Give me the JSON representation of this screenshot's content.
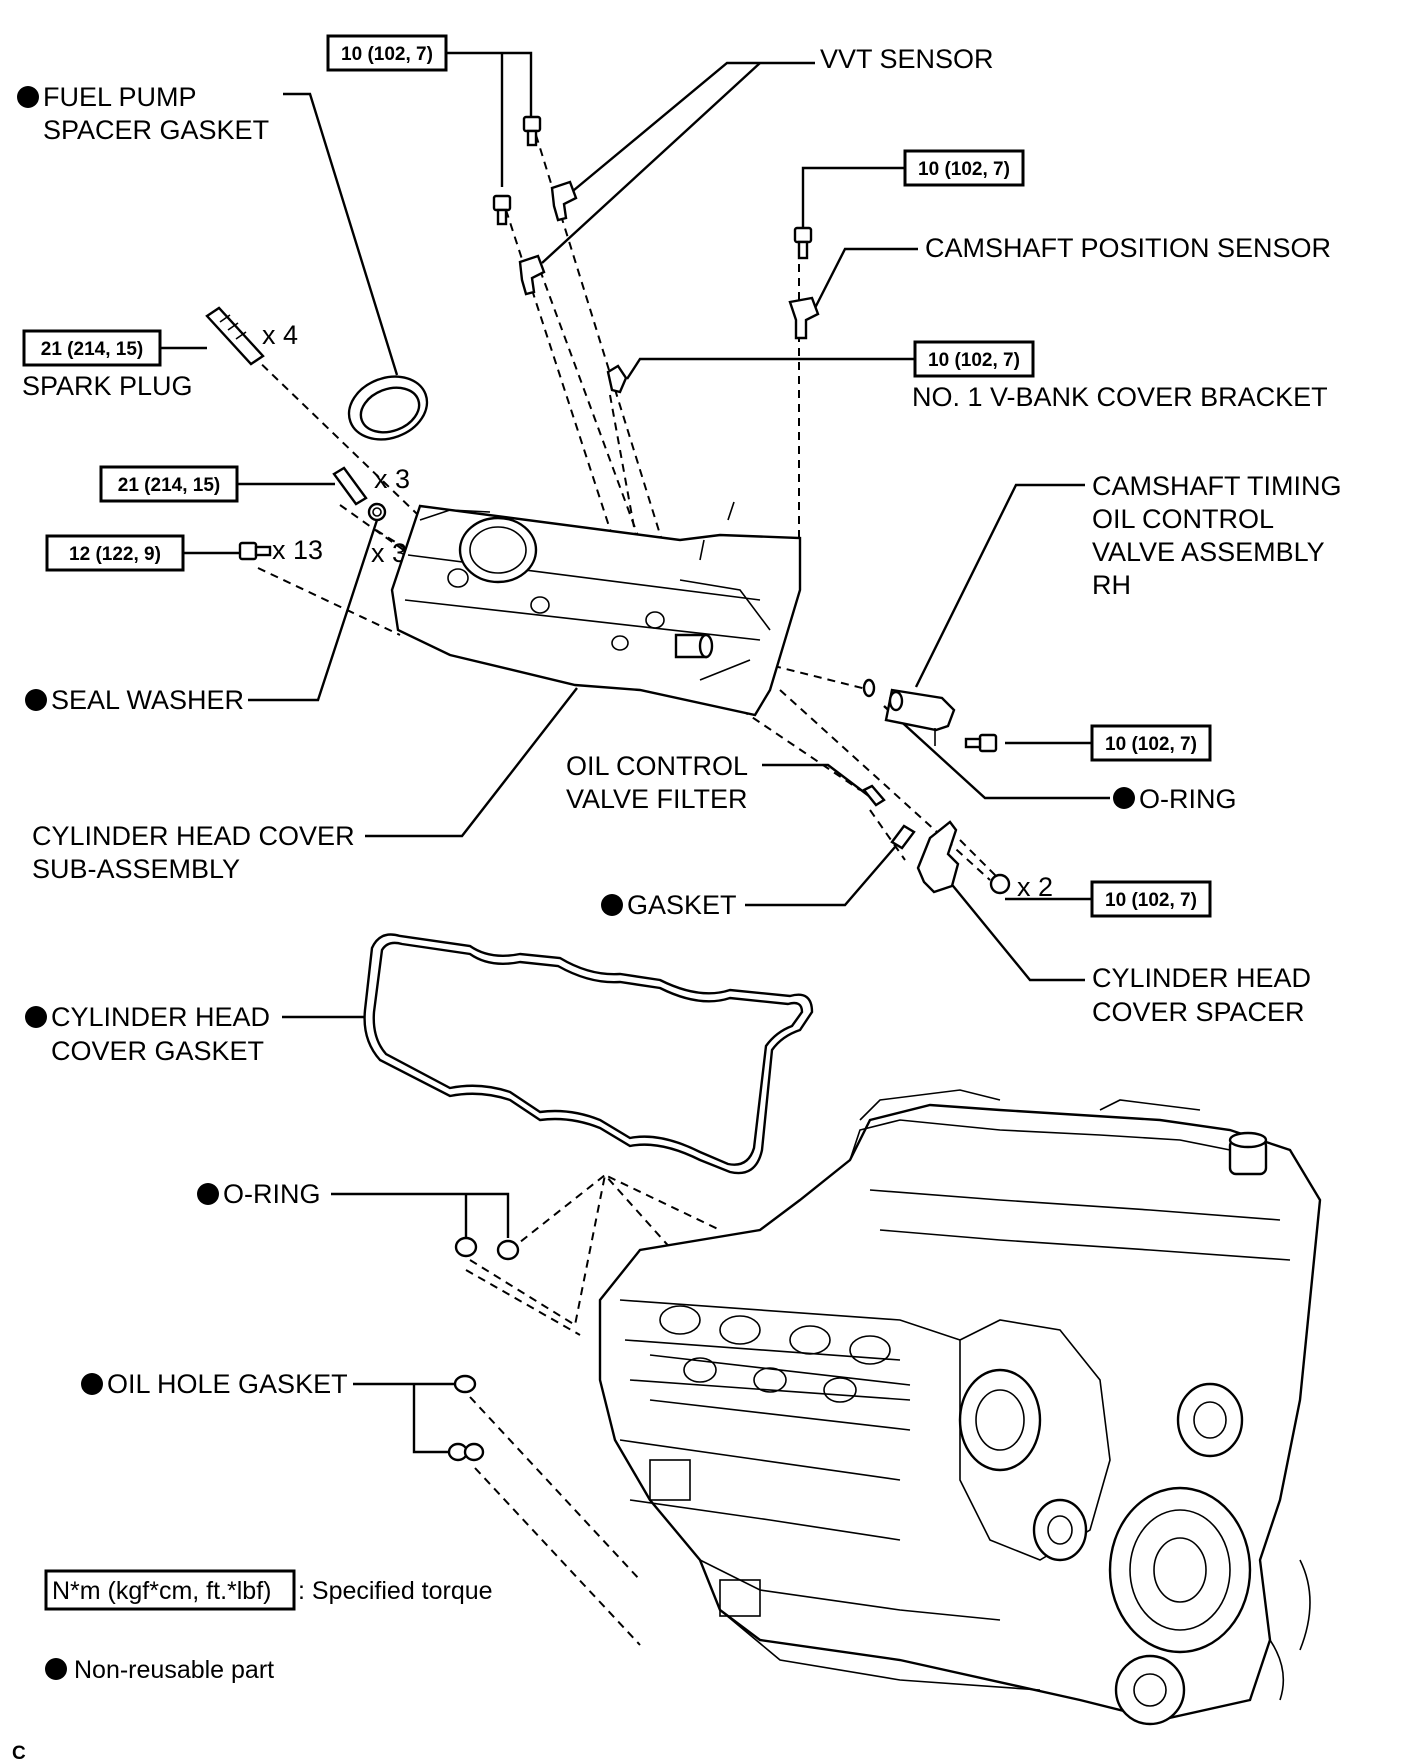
{
  "labels": {
    "vvt_sensor": "VVT SENSOR",
    "fuel_pump_gasket_1": "FUEL PUMP",
    "fuel_pump_gasket_2": "SPACER GASKET",
    "camshaft_position_sensor": "CAMSHAFT POSITION SENSOR",
    "spark_plug": "SPARK PLUG",
    "vbank_bracket": "NO. 1 V-BANK COVER BRACKET",
    "ocv_1": "CAMSHAFT TIMING",
    "ocv_2": "OIL CONTROL",
    "ocv_3": "VALVE ASSEMBLY",
    "ocv_4": "RH",
    "seal_washer": "SEAL WASHER",
    "oil_control_filter_1": "OIL CONTROL",
    "oil_control_filter_2": "VALVE FILTER",
    "oring_upper": "O-RING",
    "head_cover_1": "CYLINDER HEAD COVER",
    "head_cover_2": "SUB-ASSEMBLY",
    "gasket": "GASKET",
    "head_cover_spacer_1": "CYLINDER HEAD",
    "head_cover_spacer_2": "COVER SPACER",
    "head_cover_gasket_1": "CYLINDER HEAD",
    "head_cover_gasket_2": "COVER GASKET",
    "oring_lower": "O-RING",
    "oil_hole_gasket": "OIL HOLE GASKET"
  },
  "torques": {
    "vvt": "10 (102, 7)",
    "cam_sensor": "10 (102, 7)",
    "spark_plug": "21 (214, 15)",
    "bracket": "10 (102, 7)",
    "stud": "21 (214, 15)",
    "cover_bolt": "12 (122, 9)",
    "ocv": "10 (102, 7)",
    "spacer": "10 (102, 7)"
  },
  "quantities": {
    "spark_plug": "x 4",
    "stud": "x 3",
    "seal_washer": "x 3",
    "cover_bolt": "x 13",
    "spacer_bolt": "x 2"
  },
  "legend": {
    "torque_units": "N*m (kgf*cm, ft.*lbf)",
    "torque_desc": ": Specified torque",
    "non_reusable": "Non-reusable part"
  },
  "corner_code": "C"
}
